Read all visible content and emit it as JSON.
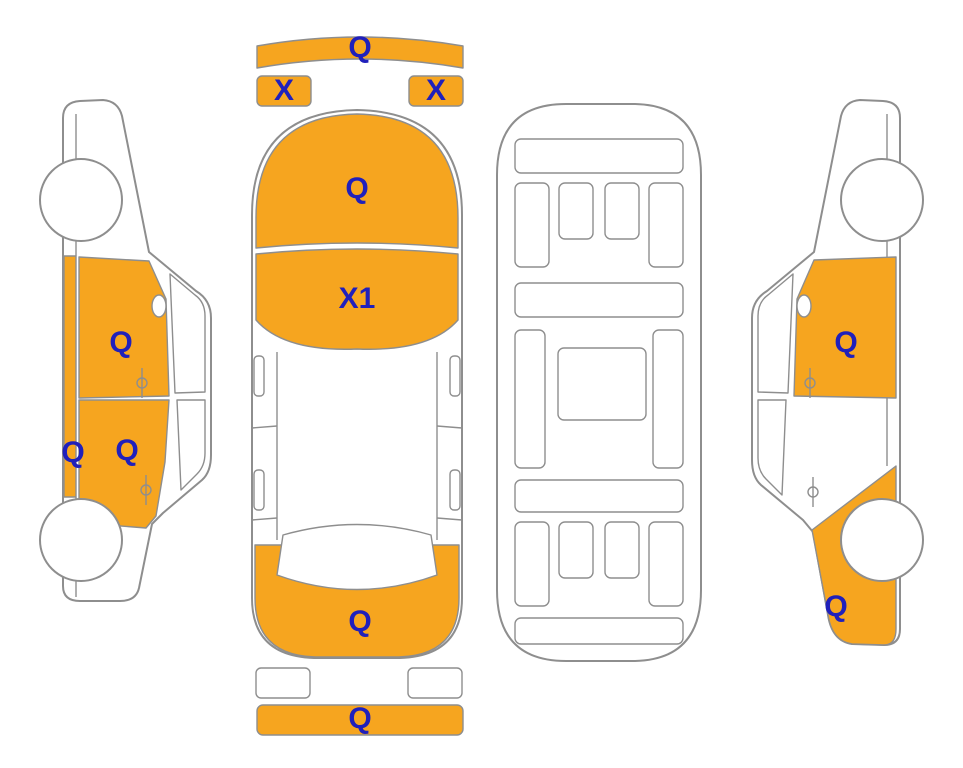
{
  "diagram": {
    "type": "vehicle-damage-map",
    "colors": {
      "highlight": "#F6A51F",
      "label": "#2020BB",
      "outline": "#8E8E8E",
      "background": "#FFFFFF"
    },
    "marks": {
      "left_side": {
        "front_door": "Q",
        "rocker_panel": "Q",
        "rear_door": "Q"
      },
      "top": {
        "front_bumper": "Q",
        "headlight_left": "X",
        "headlight_right": "X",
        "hood": "Q",
        "windshield": "X1",
        "rear_panel": "Q",
        "rear_bumper": "Q"
      },
      "right_side": {
        "front_door": "Q",
        "rear_fender": "Q"
      }
    }
  }
}
